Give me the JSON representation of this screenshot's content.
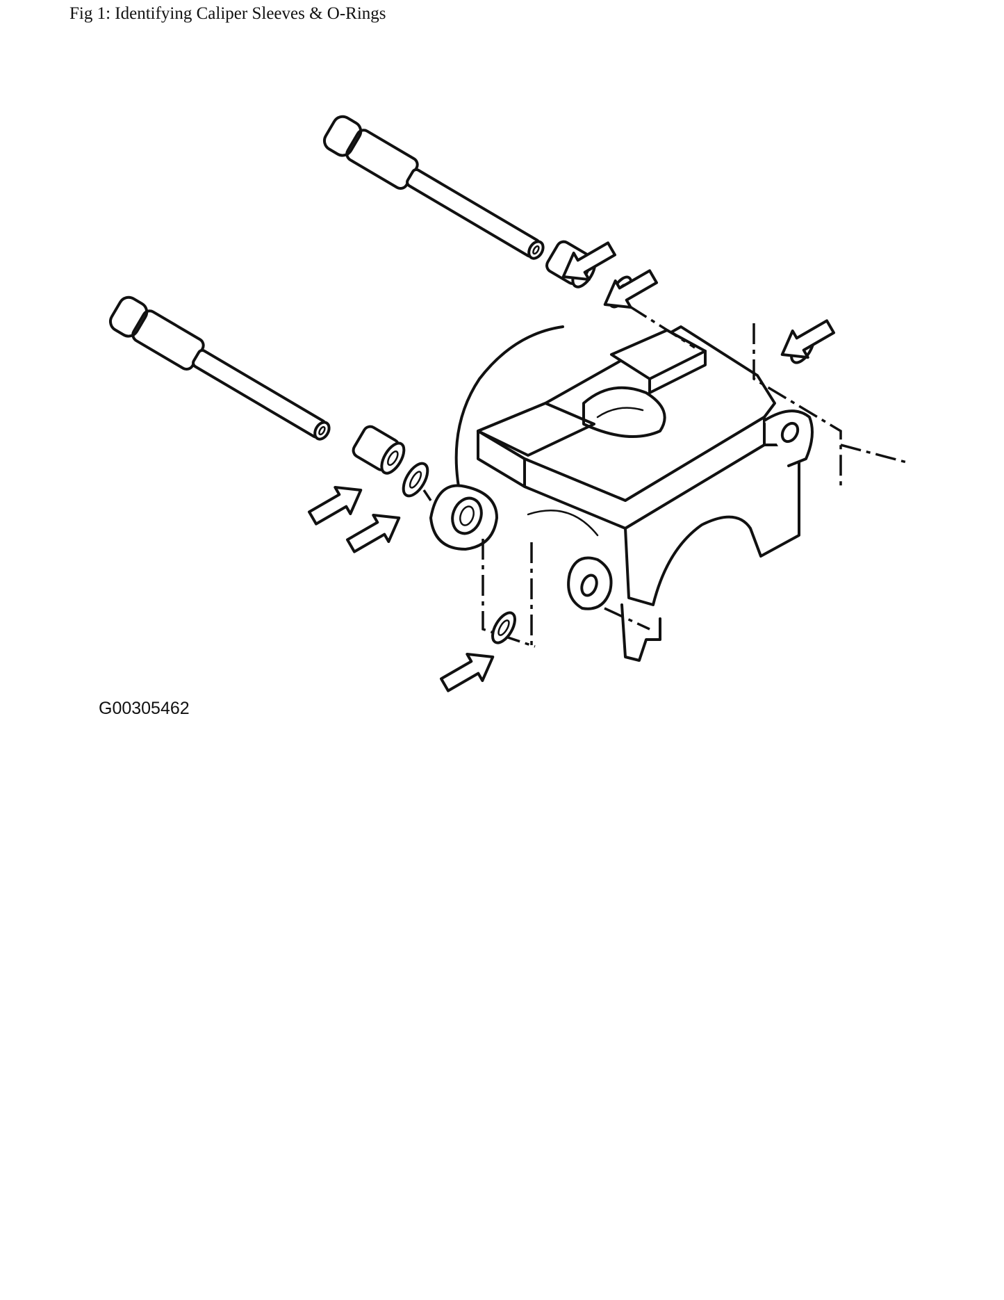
{
  "figure": {
    "title": "Fig 1: Identifying Caliper Sleeves & O-Rings",
    "code": "G00305462"
  },
  "parts": [
    {
      "name": "guide-pin-upper",
      "icon": "guide-pin-icon"
    },
    {
      "name": "guide-pin-lower",
      "icon": "guide-pin-icon"
    },
    {
      "name": "sleeve-upper",
      "icon": "sleeve-icon"
    },
    {
      "name": "sleeve-lower",
      "icon": "sleeve-icon"
    },
    {
      "name": "o-ring",
      "icon": "o-ring-icon",
      "count": 4
    },
    {
      "name": "caliper-body",
      "icon": "caliper-icon"
    }
  ],
  "arrows": {
    "count": 6,
    "icon": "arrow-icon"
  }
}
